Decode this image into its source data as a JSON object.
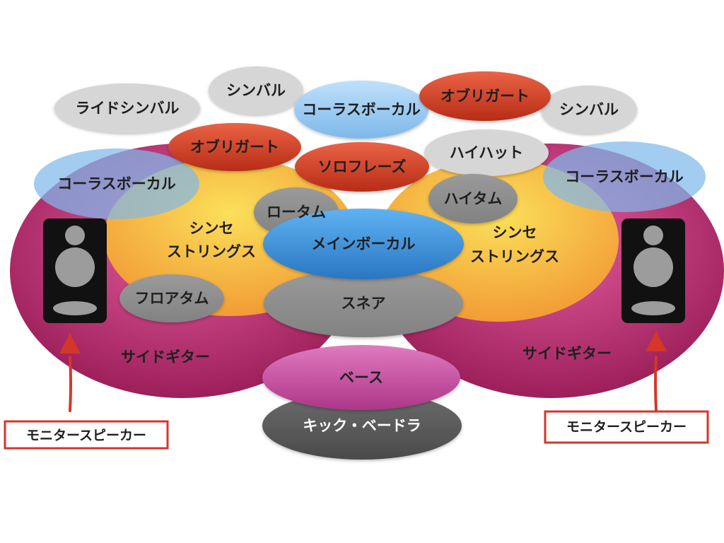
{
  "labels": {
    "ride_cymbal": "ライドシンバル",
    "cymbal_left": "シンバル",
    "cymbal_right": "シンバル",
    "chorus_vocal_center": "コーラスボーカル",
    "chorus_vocal_left": "コーラスボーカル",
    "chorus_vocal_right": "コーラスボーカル",
    "obligato_top": "オブリガート",
    "obligato_left": "オブリガート",
    "solo_phrase": "ソロフレーズ",
    "hihat": "ハイハット",
    "high_tom": "ハイタム",
    "low_tom": "ロータム",
    "main_vocal": "メインボーカル",
    "synth_strings_left": [
      "シンセ",
      "ストリングス"
    ],
    "synth_strings_right": [
      "シンセ",
      "ストリングス"
    ],
    "floor_tom": "フロアタム",
    "snare": "スネア",
    "side_guitar_left": "サイドギター",
    "side_guitar_right": "サイドギター",
    "bass": "ベース",
    "kick": "キック・ベードラ",
    "monitor_left": "モニタースピーカー",
    "monitor_right": "モニタースピーカー"
  },
  "colors": {
    "guitar": "#b2306e",
    "synth": "#f3ae3a",
    "gray": "#8c8c8c",
    "light_gray": "#d4d4d4",
    "blue_light": "#8ec4ee",
    "blue_main": "#3c8fd8",
    "red": "#d13c23",
    "bass": "#bf4896",
    "kick": "#575757",
    "callout": "#d4362a"
  }
}
